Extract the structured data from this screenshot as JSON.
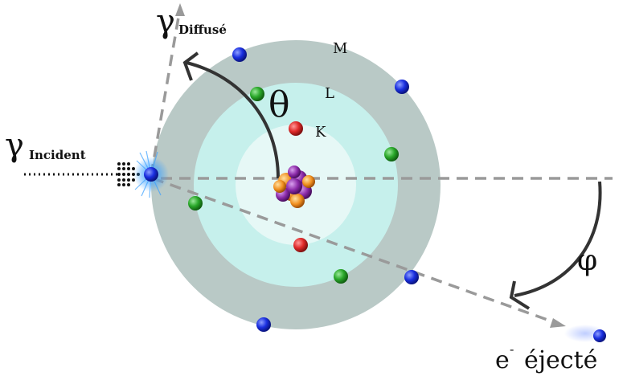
{
  "labels": {
    "gamma_symbol": "γ",
    "diffuse_subscript": "Diffusé",
    "incident_subscript": "Incident",
    "theta": "θ",
    "phi": "φ",
    "electron_symbol": "e",
    "electron_superscript": "-",
    "electron_word": "éjecté",
    "shell_k": "K",
    "shell_l": "L",
    "shell_m": "M"
  },
  "colors": {
    "shell_m": "#b9c9c6",
    "shell_l": "#c6f0ec",
    "shell_k": "#e6f8f6",
    "electron_blue": "#1a2fe0",
    "electron_green": "#2aa82a",
    "electron_red": "#e02a2a",
    "nucleus_purple": "#8b2aa8",
    "nucleus_orange": "#f09020",
    "arrow_gray": "#9a9a9a",
    "arc_dark": "#333333"
  }
}
